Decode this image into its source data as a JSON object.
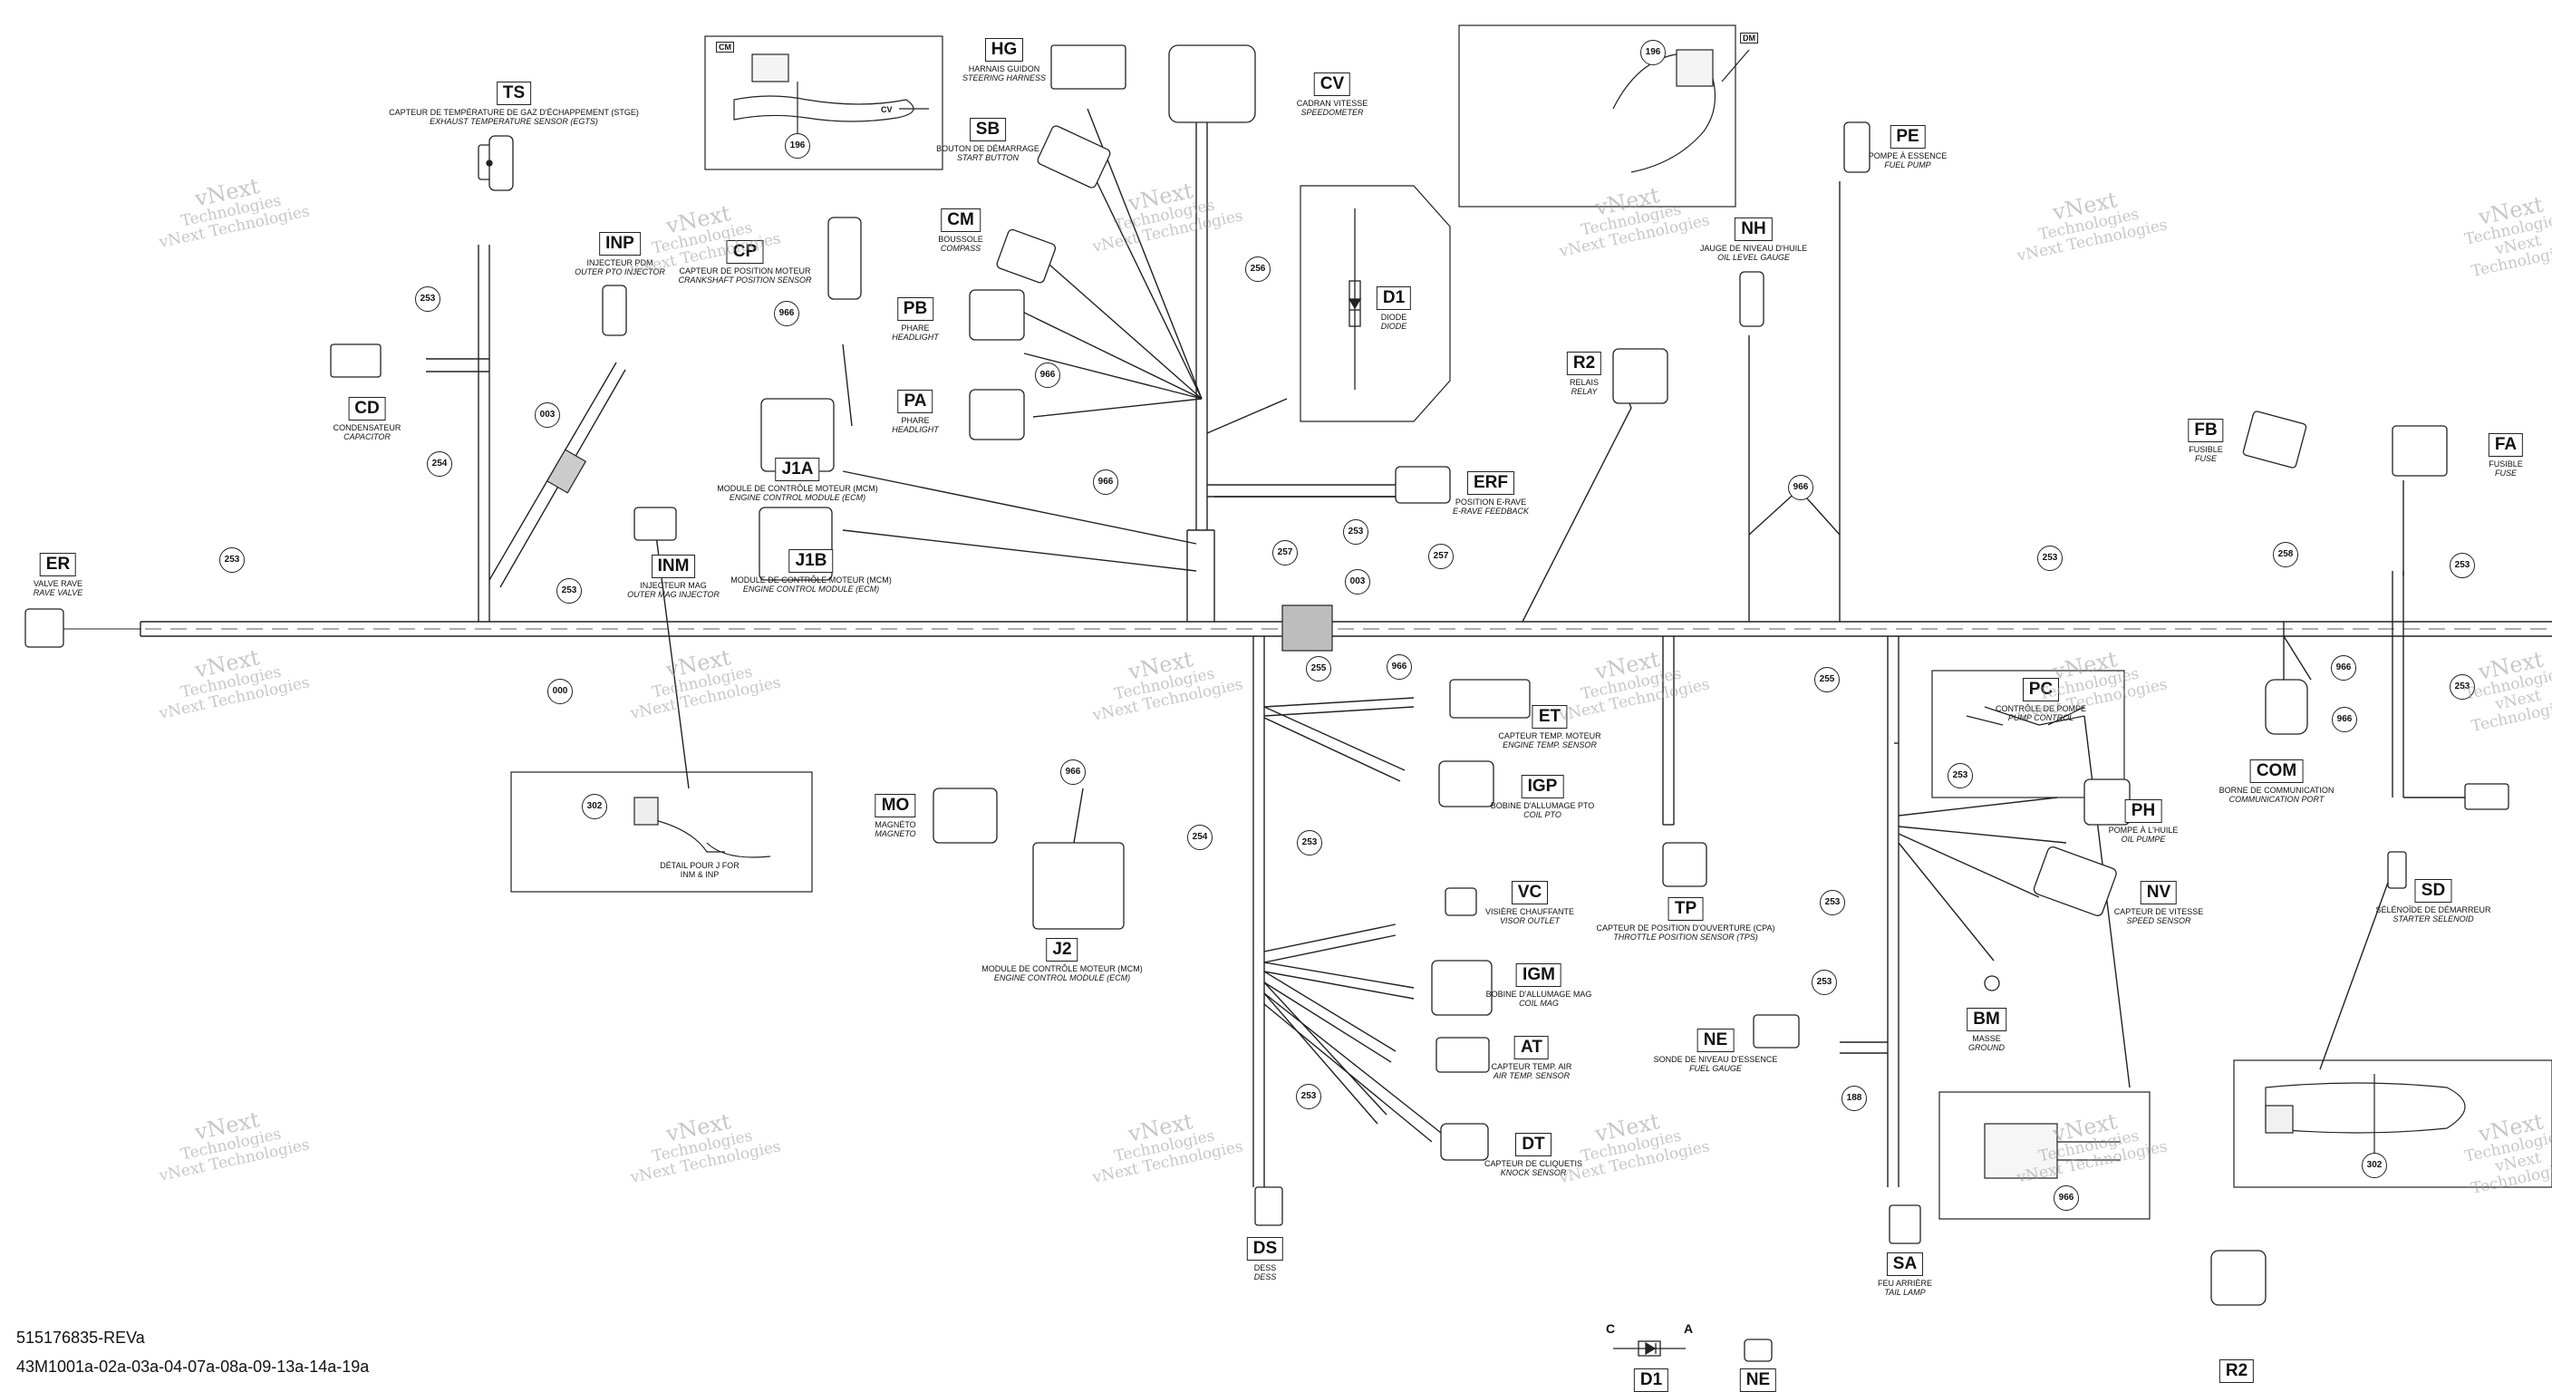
{
  "doc": {
    "part_number": "515176835-REVa",
    "model_codes": "43M1001a-02a-03a-04-07a-08a-09-13a-14a-19a"
  },
  "watermark": {
    "line1": "vNext",
    "line2": "Technologies",
    "line3": "vNext Technologies"
  },
  "components": [
    {
      "code": "TS",
      "fr": "CAPTEUR DE TEMPÉRATURE DE GAZ D'ÉCHAPPEMENT (STGE)",
      "en": "EXHAUST TEMPERATURE SENSOR (EGTS)"
    },
    {
      "code": "HG",
      "fr": "HARNAIS GUIDON",
      "en": "STEERING HARNESS"
    },
    {
      "code": "SB",
      "fr": "BOUTON DE DÉMARRAGE",
      "en": "START BUTTON"
    },
    {
      "code": "CV",
      "fr": "CADRAN VITESSE",
      "en": "SPEEDOMETER"
    },
    {
      "code": "CM",
      "fr": "BOUSSOLE",
      "en": "COMPASS"
    },
    {
      "code": "INP",
      "fr": "INJECTEUR PDM",
      "en": "OUTER PTO INJECTOR"
    },
    {
      "code": "CP",
      "fr": "CAPTEUR DE POSITION MOTEUR",
      "en": "CRANKSHAFT POSITION SENSOR"
    },
    {
      "code": "PB",
      "fr": "PHARE",
      "en": "HEADLIGHT"
    },
    {
      "code": "PA",
      "fr": "PHARE",
      "en": "HEADLIGHT"
    },
    {
      "code": "D1",
      "fr": "DIODE",
      "en": "DIODE"
    },
    {
      "code": "CD",
      "fr": "CONDENSATEUR",
      "en": "CAPACITOR"
    },
    {
      "code": "J1A",
      "fr": "MODULE DE CONTRÔLE MOTEUR (MCM)",
      "en": "ENGINE CONTROL MODULE (ECM)"
    },
    {
      "code": "J1B",
      "fr": "MODULE DE CONTRÔLE MOTEUR (MCM)",
      "en": "ENGINE CONTROL MODULE (ECM)"
    },
    {
      "code": "ERF",
      "fr": "POSITION E-RAVE",
      "en": "E-RAVE FEEDBACK"
    },
    {
      "code": "ER",
      "fr": "VALVE RAVE",
      "en": "RAVE VALVE"
    },
    {
      "code": "INM",
      "fr": "INJECTEUR MAG",
      "en": "OUTER MAG INJECTOR"
    },
    {
      "code": "PE",
      "fr": "POMPE À ESSENCE",
      "en": "FUEL PUMP"
    },
    {
      "code": "NH",
      "fr": "JAUGE DE NIVEAU D'HUILE",
      "en": "OIL LEVEL GAUGE"
    },
    {
      "code": "R2",
      "fr": "RELAIS",
      "en": "RELAY"
    },
    {
      "code": "FB",
      "fr": "FUSIBLE",
      "en": "FUSE"
    },
    {
      "code": "FA",
      "fr": "FUSIBLE",
      "en": "FUSE"
    },
    {
      "code": "ET",
      "fr": "CAPTEUR TEMP. MOTEUR",
      "en": "ENGINE TEMP. SENSOR"
    },
    {
      "code": "IGP",
      "fr": "BOBINE D'ALLUMAGE PTO",
      "en": "COIL PTO"
    },
    {
      "code": "MO",
      "fr": "MAGNÉTO",
      "en": "MAGNETO"
    },
    {
      "code": "J2",
      "fr": "MODULE DE CONTRÔLE MOTEUR (MCM)",
      "en": "ENGINE CONTROL MODULE (ECM)"
    },
    {
      "code": "VC",
      "fr": "VISIÈRE CHAUFFANTE",
      "en": "VISOR OUTLET"
    },
    {
      "code": "IGM",
      "fr": "BOBINE D'ALLUMAGE MAG",
      "en": "COIL MAG"
    },
    {
      "code": "AT",
      "fr": "CAPTEUR TEMP. AIR",
      "en": "AIR TEMP. SENSOR"
    },
    {
      "code": "DT",
      "fr": "CAPTEUR DE CLIQUETIS",
      "en": "KNOCK SENSOR"
    },
    {
      "code": "DS",
      "fr": "DESS",
      "en": "DESS"
    },
    {
      "code": "TP",
      "fr": "CAPTEUR DE POSITION D'OUVERTURE (CPA)",
      "en": "THROTTLE POSITION SENSOR (TPS)"
    },
    {
      "code": "PC",
      "fr": "CONTRÔLE DE POMPE",
      "en": "PUMP CONTROL"
    },
    {
      "code": "PH",
      "fr": "POMPE À L'HUILE",
      "en": "OIL PUMPE"
    },
    {
      "code": "NV",
      "fr": "CAPTEUR DE VITESSE",
      "en": "SPEED SENSOR"
    },
    {
      "code": "COM",
      "fr": "BORNE DE COMMUNICATION",
      "en": "COMMUNICATION PORT"
    },
    {
      "code": "SD",
      "fr": "SÉLÉNOÏDE DE DÉMARREUR",
      "en": "STARTER SELENOID"
    },
    {
      "code": "BM",
      "fr": "MASSE",
      "en": "GROUND"
    },
    {
      "code": "NE",
      "fr": "SONDE DE NIVEAU D'ESSENCE",
      "en": "FUEL GAUGE"
    },
    {
      "code": "SA",
      "fr": "FEU ARRIÈRE",
      "en": "TAIL LAMP"
    }
  ],
  "detail": {
    "text1": "DÉTAIL POUR J FOR",
    "text2": "INM & INP"
  },
  "legend": {
    "d1": "D1",
    "ne": "NE",
    "r2": "R2",
    "c": "C",
    "a": "A"
  },
  "inset_tags": {
    "cm": "CM",
    "cv": "CV",
    "dm": "DM"
  },
  "wire_numbers": [
    "253",
    "254",
    "253",
    "003",
    "253",
    "966",
    "966",
    "966",
    "256",
    "257",
    "253",
    "003",
    "257",
    "253",
    "255",
    "966",
    "966",
    "254",
    "253",
    "253",
    "966",
    "966",
    "255",
    "253",
    "253",
    "253",
    "188",
    "258",
    "253",
    "253",
    "966",
    "196",
    "196",
    "302",
    "302",
    "966",
    "000"
  ]
}
